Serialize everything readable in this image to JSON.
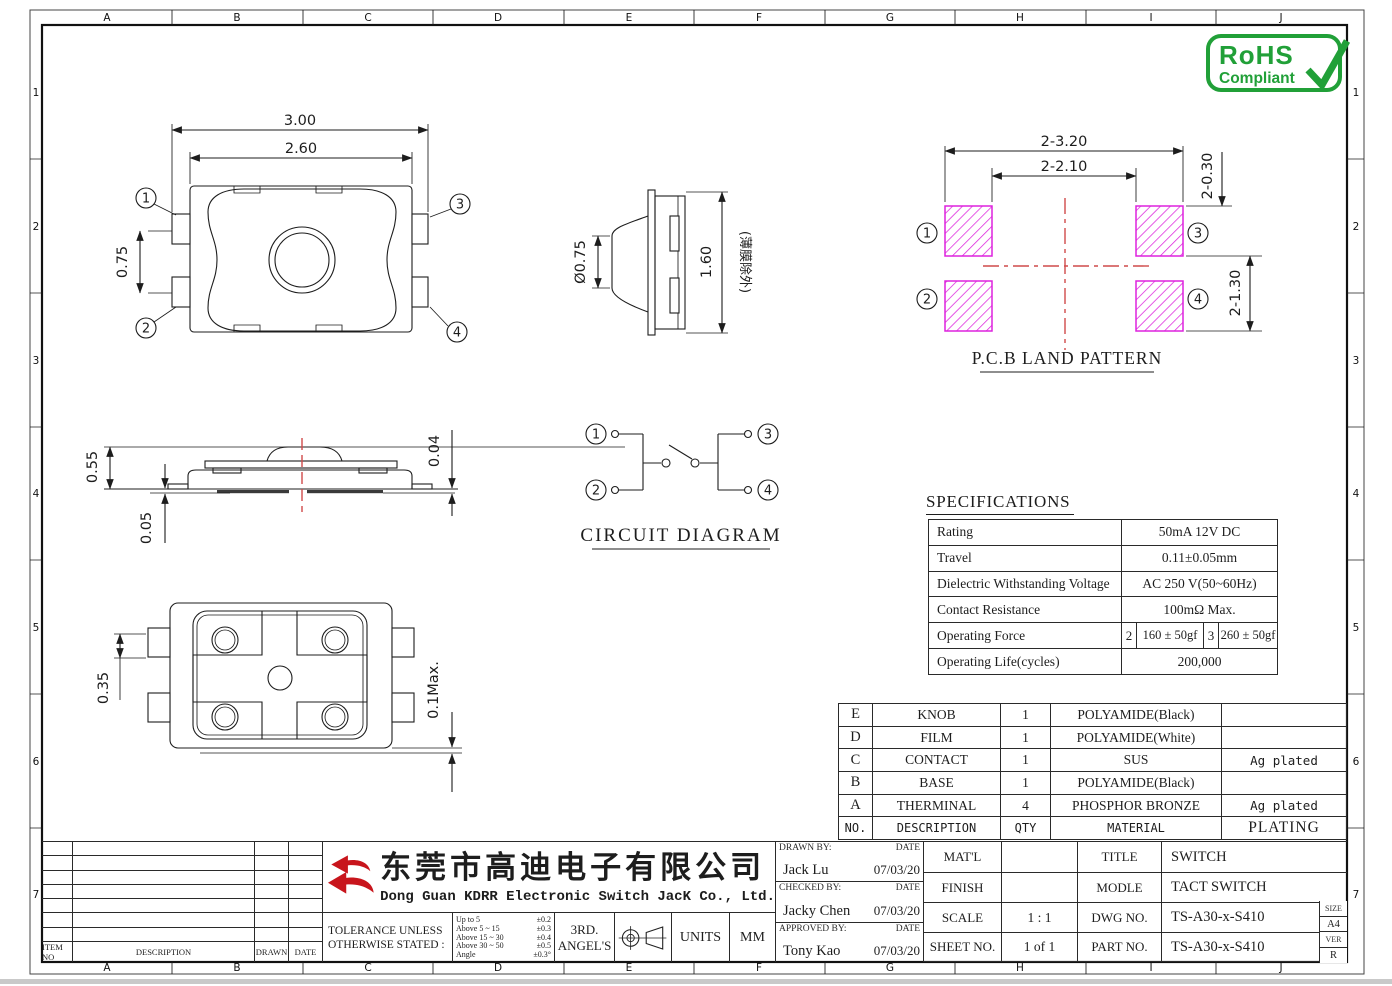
{
  "frame": {
    "cols": [
      "A",
      "B",
      "C",
      "D",
      "E",
      "F",
      "G",
      "H",
      "I",
      "J"
    ],
    "rows": [
      "1",
      "2",
      "3",
      "4",
      "5",
      "6",
      "7"
    ]
  },
  "rohs": {
    "title": "RoHS",
    "subtitle": "Compliant"
  },
  "colors": {
    "line": "#1d1d1d",
    "centerline_red": "#cf4a4a",
    "pad_magenta": "#dd22dd",
    "logo_red": "#c8151c",
    "rohs_green": "#21a038"
  },
  "front_view": {
    "dim_overall": "3.00",
    "dim_body": "2.60",
    "dim_pin_pitch": "0.75",
    "pin1": "1",
    "pin2": "2",
    "pin3": "3",
    "pin4": "4"
  },
  "side_view": {
    "dim_knob_dia": "Ø0.75",
    "dim_height": "1.60",
    "note": "(薄膜除外)"
  },
  "land_pattern": {
    "title": "P.C.B LAND PATTERN",
    "dim_outer_span": "2-3.20",
    "dim_inner_span": "2-2.10",
    "dim_pad_width": "2-0.30",
    "dim_pad_pitch": "2-1.30",
    "pin1": "1",
    "pin2": "2",
    "pin3": "3",
    "pin4": "4"
  },
  "profile_view": {
    "dim_height": "0.55",
    "dim_standoff": "0.05",
    "dim_film": "0.04"
  },
  "bottom_view": {
    "dim_pin_width": "0.35",
    "dim_flatness": "0.1Max."
  },
  "circuit": {
    "title": "CIRCUIT DIAGRAM",
    "pin1": "1",
    "pin2": "2",
    "pin3": "3",
    "pin4": "4"
  },
  "specifications": {
    "title": "SPECIFICATIONS",
    "rows": [
      {
        "label": "Rating",
        "value": "50mA 12V DC"
      },
      {
        "label": "Travel",
        "value": "0.11±0.05mm"
      },
      {
        "label": "Dielectric Withstanding Voltage",
        "value": "AC 250 V(50~60Hz)"
      },
      {
        "label": "Contact Resistance",
        "value": "100mΩ Max."
      },
      {
        "label": "Operating Force",
        "k1": "2",
        "v1": "160 ± 50gf",
        "k2": "3",
        "v2": "260 ± 50gf"
      },
      {
        "label": "Operating Life(cycles)",
        "value": "200,000"
      }
    ]
  },
  "bom": {
    "header": {
      "no": "NO.",
      "desc": "DESCRIPTION",
      "qty": "QTY",
      "material": "MATERIAL",
      "plating": "PLATING"
    },
    "rows": [
      {
        "no": "E",
        "desc": "KNOB",
        "qty": "1",
        "material": "POLYAMIDE(Black)",
        "plating": ""
      },
      {
        "no": "D",
        "desc": "FILM",
        "qty": "1",
        "material": "POLYAMIDE(White)",
        "plating": ""
      },
      {
        "no": "C",
        "desc": "CONTACT",
        "qty": "1",
        "material": "SUS",
        "plating": "Ag plated"
      },
      {
        "no": "B",
        "desc": "BASE",
        "qty": "1",
        "material": "POLYAMIDE(Black)",
        "plating": ""
      },
      {
        "no": "A",
        "desc": "THERMINAL",
        "qty": "4",
        "material": "PHOSPHOR BRONZE",
        "plating": "Ag plated"
      }
    ]
  },
  "revision": {
    "header": {
      "item": "ITEM NO",
      "desc": "DESCRIPTION",
      "drawn": "DRAWN",
      "date": "DATE"
    }
  },
  "title_block": {
    "company_cn": "东莞市高迪电子有限公司",
    "company_en": "Dong Guan KDRR  Electronic Switch JacK Co., Ltd.",
    "tolerance_l1": "TOLERANCE UNLESS",
    "tolerance_l2": "OTHERWISE STATED :",
    "tol": [
      {
        "range": "Up to 5",
        "value": "±0.2"
      },
      {
        "range": "Above 5  ~ 15",
        "value": "±0.3"
      },
      {
        "range": "Above 15 ~ 30",
        "value": "±0.4"
      },
      {
        "range": "Above 30 ~ 50",
        "value": "±0.5"
      },
      {
        "range": "Angle",
        "value": "±0.3°"
      }
    ],
    "angle_l1": "3RD.",
    "angle_l2": "ANGEL'S",
    "units_label": "UNITS",
    "units_value": "MM",
    "date_label": "DATE",
    "signatures": [
      {
        "role": "DRAWN BY:",
        "name": "Jack  Lu",
        "date": "07/03/20"
      },
      {
        "role": "CHECKED BY:",
        "name": "Jacky Chen",
        "date": "07/03/20"
      },
      {
        "role": "APPROVED BY:",
        "name": "Tony Kao",
        "date": "07/03/20"
      }
    ],
    "matl_label": "MAT'L",
    "matl_value": "",
    "finish_label": "FINISH",
    "finish_value": "",
    "scale_label": "SCALE",
    "scale_value": "1 : 1",
    "sheet_label": "SHEET NO.",
    "sheet_value": "1 of 1",
    "title_label": "TITLE",
    "title_value": "SWITCH",
    "modle_label": "MODLE",
    "modle_value": "TACT SWITCH",
    "dwg_label": "DWG NO.",
    "dwg_value": "TS-A30-x-S410",
    "part_label": "PART NO.",
    "part_value": "TS-A30-x-S410",
    "size_label": "SIZE",
    "size_value": "A4",
    "ver_label": "VER",
    "ver_value": "R"
  }
}
